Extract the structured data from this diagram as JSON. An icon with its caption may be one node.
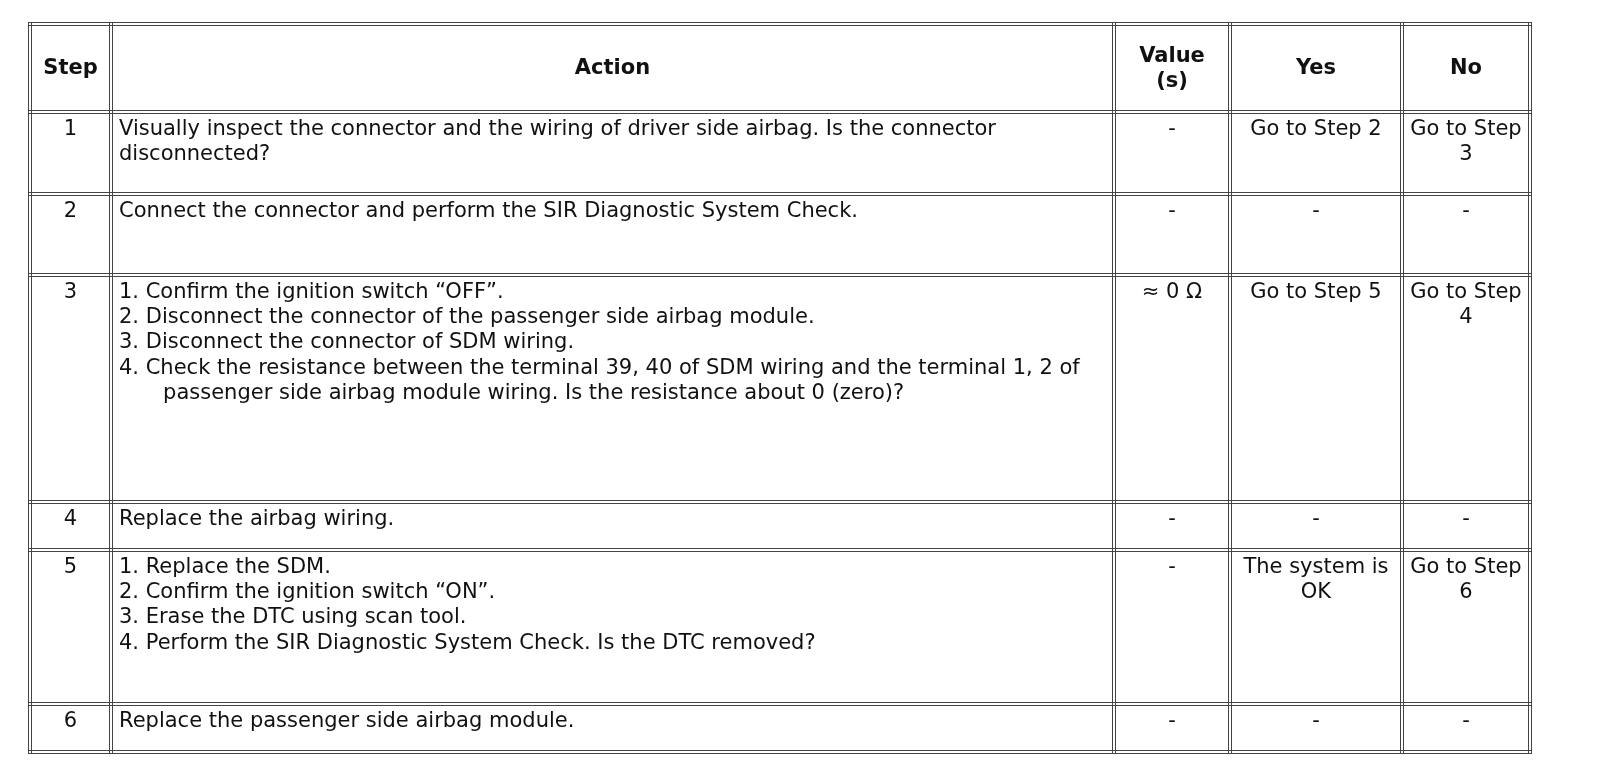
{
  "diagram": {
    "labels": [
      "Step",
      "Action",
      "Value (s)",
      "Yes",
      "No",
      "1",
      "Visually inspect the connector and the wiring of driver side airbag. Is the connector disconnected?",
      "-",
      "Go to Step 2",
      "Go to Step 3",
      "2",
      "Connect the connector and perform the SIR Diagnostic System Check.",
      "-",
      "-",
      "-",
      "3",
      "1. Confirm the ignition switch “OFF”.",
      "2. Disconnect the connector of the passenger side airbag module.",
      "3. Disconnect the connector of SDM wiring.",
      "4. Check the resistance between the terminal 39, 40 of SDM wiring and the terminal 1, 2 of passenger side airbag module wiring. Is the resistance about 0 (zero)?",
      "≈ 0 Ω",
      "Go to Step 5",
      "Go to Step 4",
      "4",
      "Replace the airbag wiring.",
      "-",
      "-",
      "-",
      "5",
      "1. Replace the SDM.",
      "2. Confirm the ignition switch “ON”.",
      "3. Erase the DTC using scan tool.",
      "4. Perform the SIR Diagnostic System Check. Is the DTC removed?",
      "-",
      "The system is OK",
      "Go to Step 6",
      "6",
      "Replace the passenger side airbag module.",
      "-",
      "-",
      "-"
    ]
  }
}
